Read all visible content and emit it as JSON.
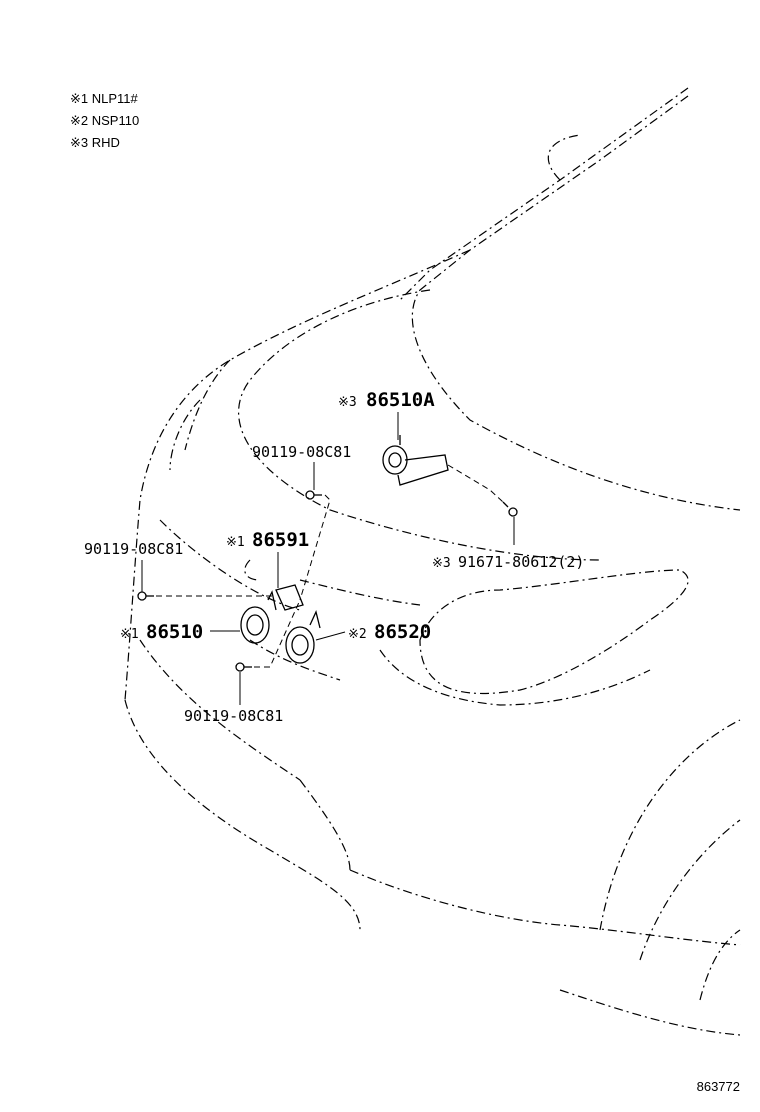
{
  "legend": [
    "※1 NLP11#",
    "※2 NSP110",
    "※3 RHD"
  ],
  "figure_id": "863772",
  "callouts": {
    "horn_86510A": {
      "mark": "※3",
      "part": "86510A"
    },
    "bolt_top": {
      "mark": "",
      "part": "90119-08C81"
    },
    "bolt_left": {
      "mark": "",
      "part": "90119-08C81"
    },
    "bracket_86591": {
      "mark": "※1",
      "part": "86591"
    },
    "horn_86510": {
      "mark": "※1",
      "part": "86510"
    },
    "horn_86520": {
      "mark": "※2",
      "part": "86520"
    },
    "bolt_bottom": {
      "mark": "",
      "part": "90119-08C81"
    },
    "bolt_rhd": {
      "mark": "※3",
      "part": "91671-80612(2)"
    }
  }
}
